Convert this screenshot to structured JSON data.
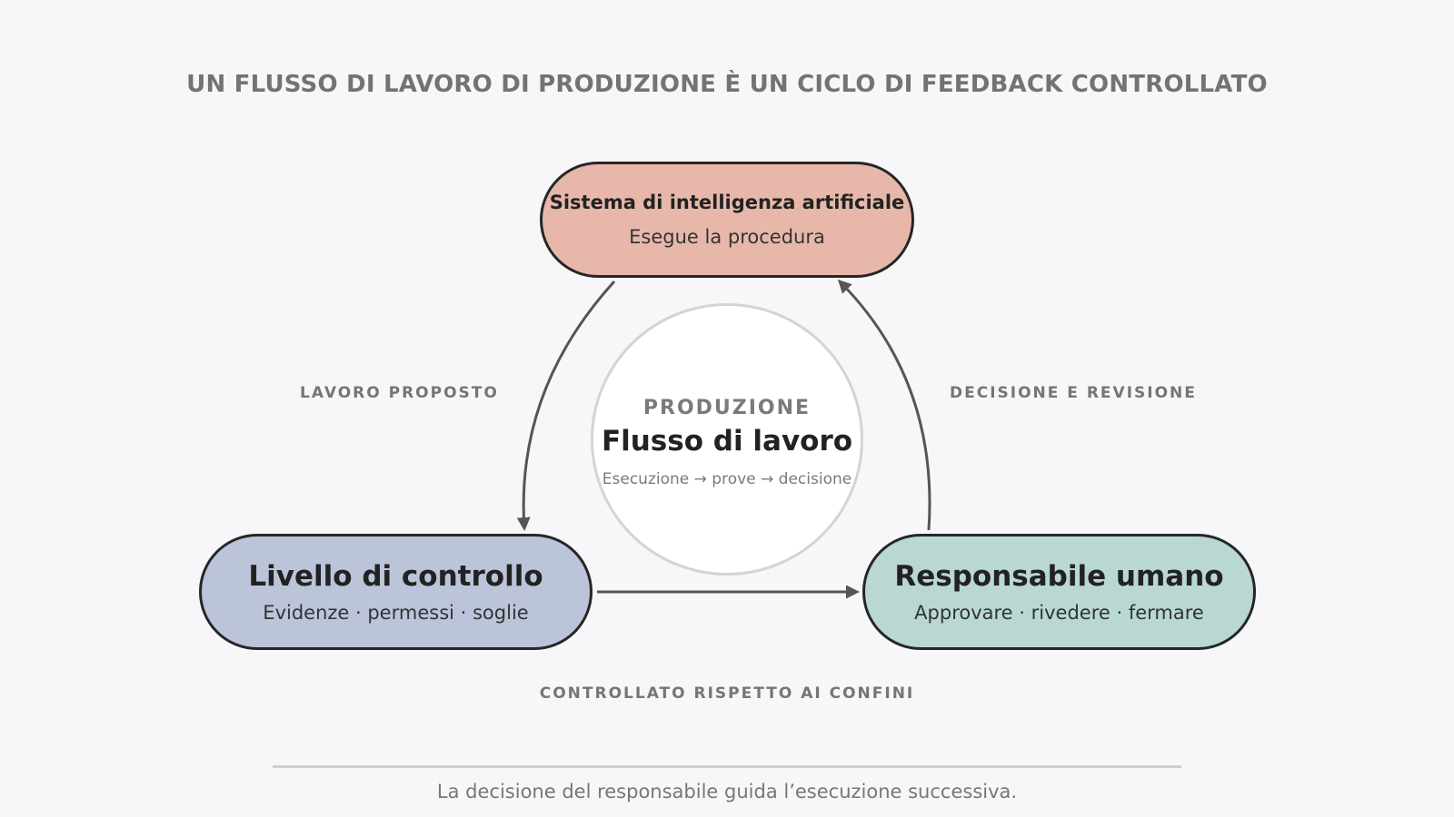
{
  "title": "UN FLUSSO DI LAVORO DI PRODUZIONE È UN CICLO DI FEEDBACK CONTROLLATO",
  "nodes": {
    "ai": {
      "name": "Sistema di intelligenza artificiale",
      "desc": "Esegue la procedura",
      "color": "#e7b8aa"
    },
    "control": {
      "name": "Livello di controllo",
      "desc": "Evidenze · permessi · soglie",
      "color": "#bcc4da"
    },
    "human": {
      "name": "Responsabile umano",
      "desc": "Approvare · rivedere · fermare",
      "color": "#b9d8d3"
    }
  },
  "center": {
    "kicker": "PRODUZIONE",
    "title": "Flusso di lavoro",
    "subtitle": "Esecuzione → prove → decisione"
  },
  "edges": {
    "ai_to_control": "LAVORO PROPOSTO",
    "human_to_ai": "DECISIONE E REVISIONE",
    "control_to_human": "CONTROLLATO RISPETTO AI CONFINI"
  },
  "footer": "La decisione del responsabile guida l’esecuzione successiva."
}
